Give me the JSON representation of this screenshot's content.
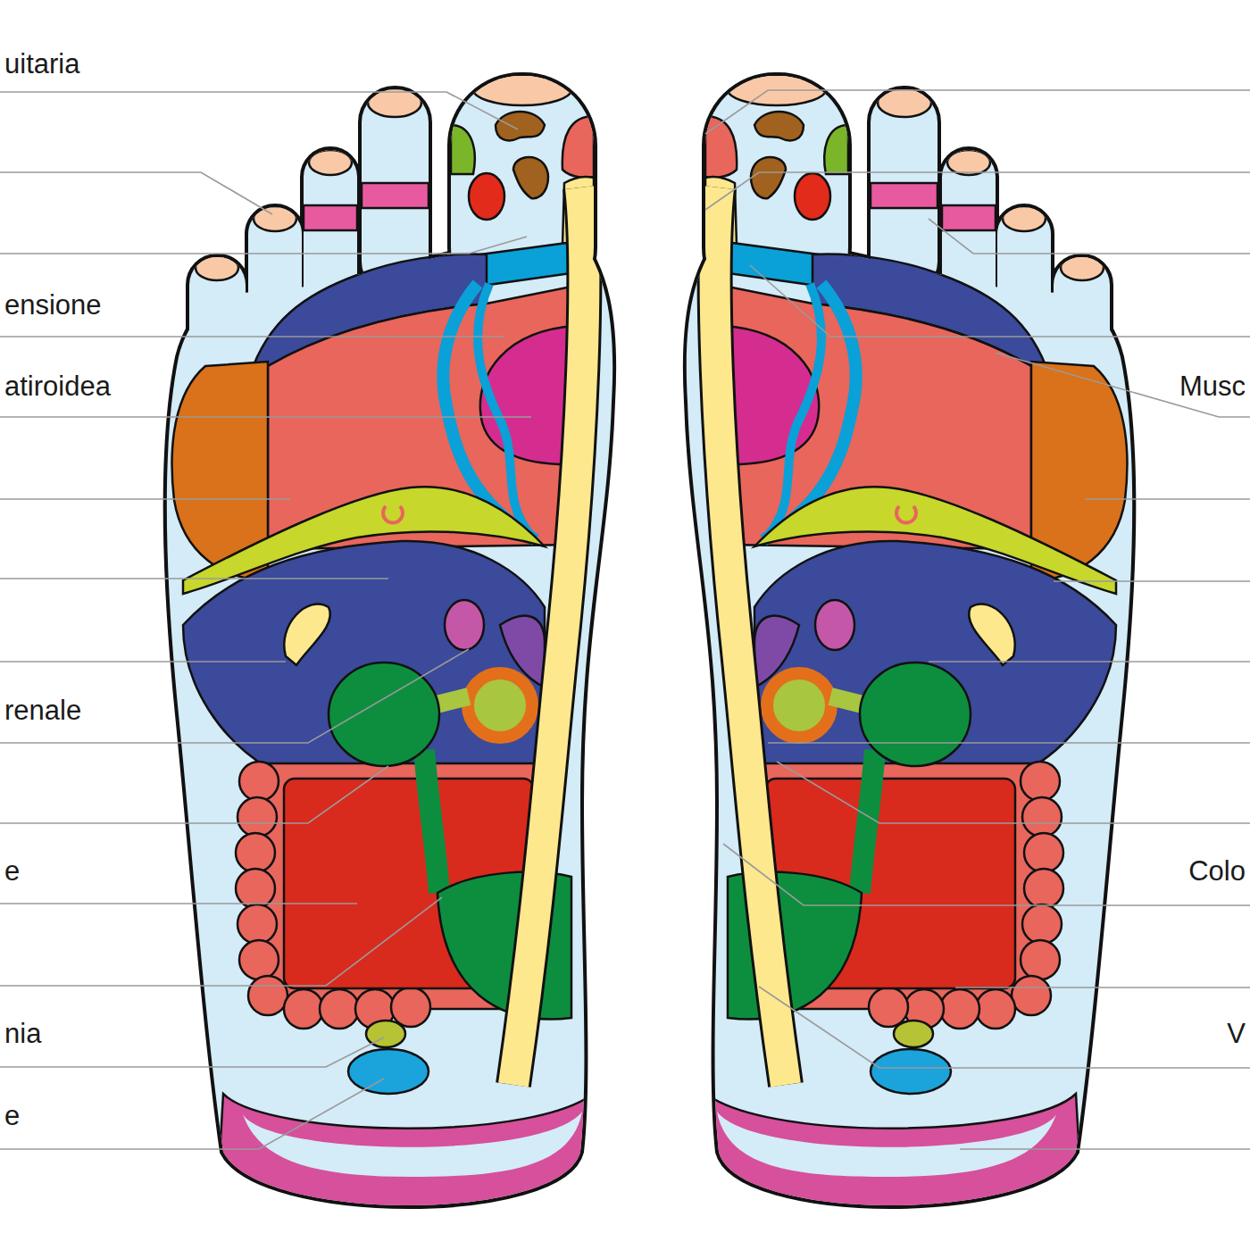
{
  "diagram": {
    "labels": [
      "uitaria",
      "ensione",
      "atiroidea",
      "renale",
      "e",
      "nia",
      "e",
      "Musc",
      "Colo",
      "V"
    ]
  }
}
